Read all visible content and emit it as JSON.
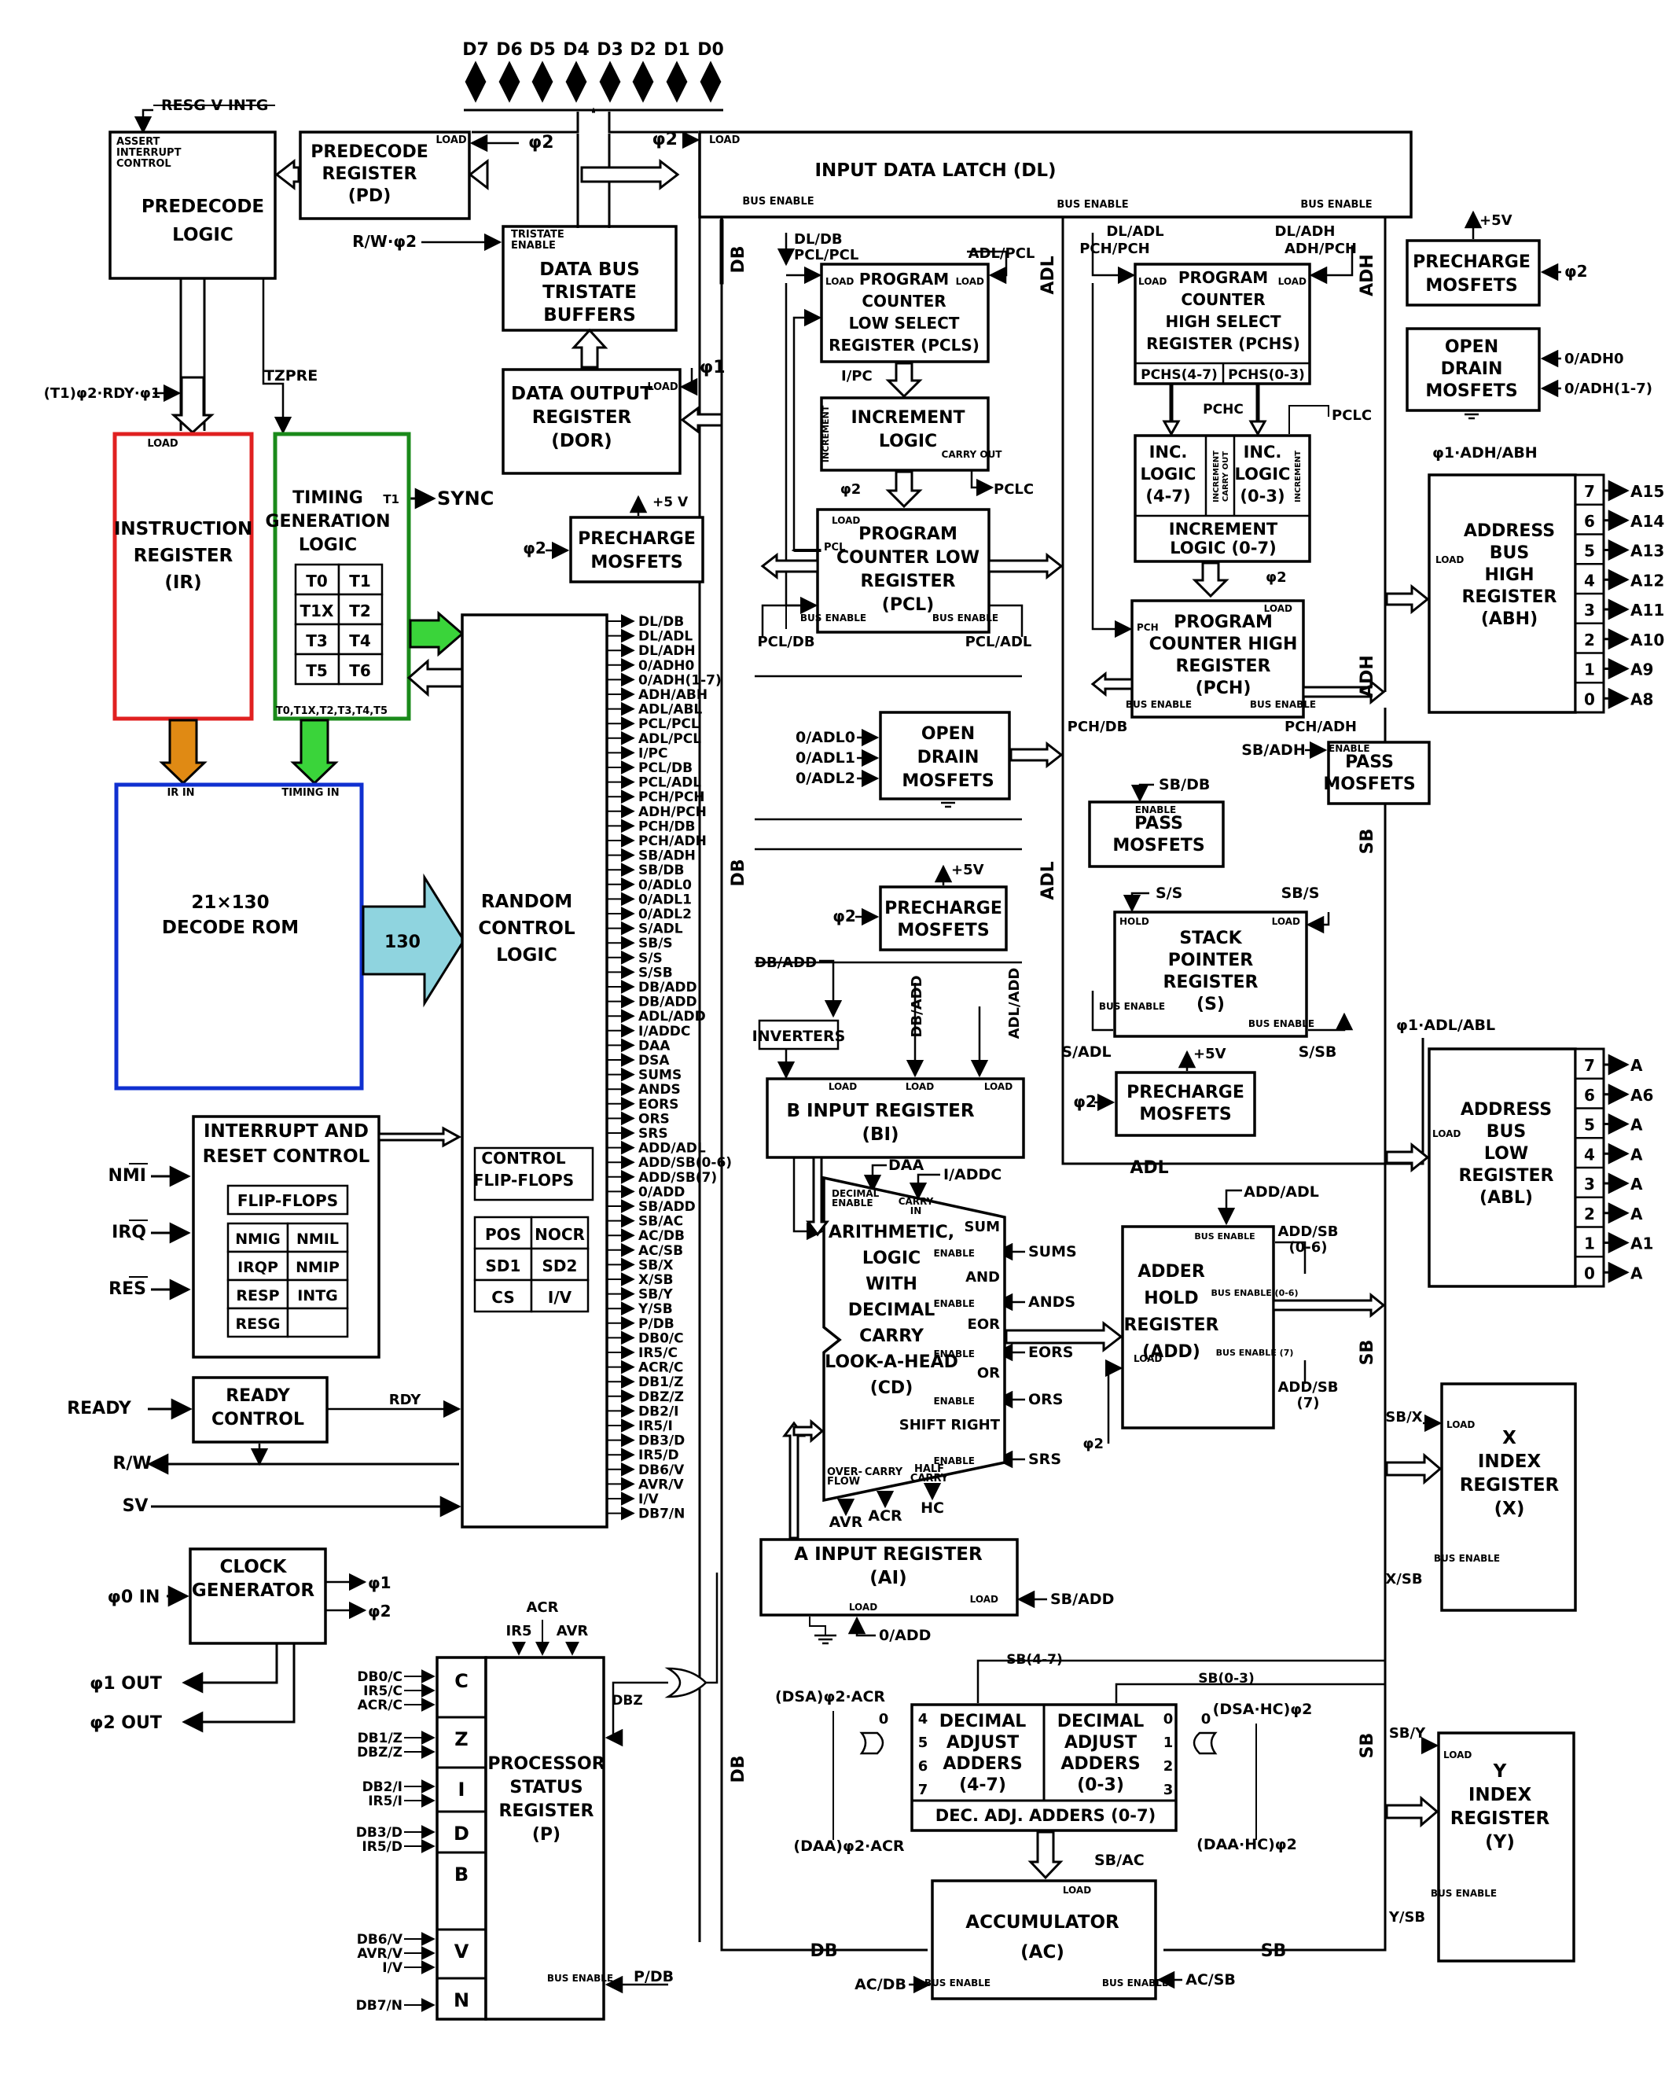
{
  "colors": {
    "instruction_register": "#e02020",
    "timing_logic": "#1a8a1a",
    "decode_rom": "#1030d0",
    "orange_arrow": "#e08a14",
    "green_arrow": "#3ad43a",
    "cyan_arrow": "#8fd4df"
  },
  "data_pins": [
    "D7",
    "D6",
    "D5",
    "D4",
    "D3",
    "D2",
    "D1",
    "D0"
  ],
  "top": {
    "resg_intg": "RESG V INTG",
    "assert": "ASSERT",
    "interrupt": "INTERRUPT",
    "control": "CONTROL",
    "predecode_logic": [
      "PREDECODE",
      "LOGIC"
    ],
    "predecode_register": [
      "PREDECODE",
      "REGISTER",
      "(PD)"
    ],
    "load": "LOAD",
    "phi2": "φ2",
    "phi1": "φ1",
    "rw_phi2": "R/W·φ2",
    "tristate": "TRISTATE",
    "enable": "ENABLE",
    "data_bus_tristate": [
      "DATA BUS",
      "TRISTATE",
      "BUFFERS"
    ],
    "data_output_register": [
      "DATA OUTPUT",
      "REGISTER",
      "(DOR)"
    ],
    "input_data_latch": "INPUT DATA LATCH (DL)",
    "bus_enable": "BUS ENABLE",
    "tzpre": "TZPRE",
    "t1_rdy": "(T1)φ2·RDY·φ1"
  },
  "left": {
    "instruction_register": [
      "INSTRUCTION",
      "REGISTER",
      "(IR)"
    ],
    "timing_logic": [
      "TIMING",
      "GENERATION",
      "LOGIC"
    ],
    "t1": "T1",
    "sync": "SYNC",
    "timing_cells": [
      "T0",
      "T1",
      "T1X",
      "T2",
      "T3",
      "T4",
      "T5",
      "T6"
    ],
    "timing_out": "T0,T1X,T2,T3,T4,T5",
    "ir_in": "IR IN",
    "timing_in": "TIMING IN",
    "decode_rom": [
      "21×130",
      "DECODE ROM"
    ],
    "rom_arrow": "130",
    "random_logic": [
      "RANDOM",
      "CONTROL",
      "LOGIC"
    ],
    "control_ff": [
      "CONTROL",
      "FLIP-FLOPS"
    ],
    "control_cells": [
      "POS",
      "NOCR",
      "SD1",
      "SD2",
      "CS",
      "I/V"
    ],
    "interrupt_reset": [
      "INTERRUPT AND",
      "RESET CONTROL"
    ],
    "flip_flops": "FLIP-FLOPS",
    "ff_cells": [
      "NMIG",
      "NMIL",
      "IRQP",
      "NMIP",
      "RESP",
      "INTG",
      "RESG",
      ""
    ],
    "nmi": "NMI",
    "irq": "IRQ",
    "res": "RES",
    "ready": "READY",
    "ready_control": [
      "READY",
      "CONTROL"
    ],
    "rdy": "RDY",
    "rw": "R/W",
    "sv": "SV",
    "clock_gen": [
      "CLOCK",
      "GENERATOR"
    ],
    "phi0_in": "φ0 IN",
    "phi1_out": "φ1 OUT",
    "phi2_out": "φ2 OUT"
  },
  "control_signals": [
    "DL/DB",
    "DL/ADL",
    "DL/ADH",
    "0/ADH0",
    "0/ADH(1-7)",
    "ADH/ABH",
    "ADL/ABL",
    "PCL/PCL",
    "ADL/PCL",
    "I/PC",
    "PCL/DB",
    "PCL/ADL",
    "PCH/PCH",
    "ADH/PCH",
    "PCH/DB",
    "PCH/ADH",
    "SB/ADH",
    "SB/DB",
    "0/ADL0",
    "0/ADL1",
    "0/ADL2",
    "S/ADL",
    "SB/S",
    "S/S",
    "S/SB",
    "DB/ADD",
    "DB/ADD",
    "ADL/ADD",
    "I/ADDC",
    "DAA",
    "DSA",
    "SUMS",
    "ANDS",
    "EORS",
    "ORS",
    "SRS",
    "ADD/ADL",
    "ADD/SB(0-6)",
    "ADD/SB(7)",
    "0/ADD",
    "SB/ADD",
    "SB/AC",
    "AC/DB",
    "AC/SB",
    "SB/X",
    "X/SB",
    "SB/Y",
    "Y/SB",
    "P/DB",
    "DB0/C",
    "IR5/C",
    "ACR/C",
    "DB1/Z",
    "DBZ/Z",
    "DB2/I",
    "IR5/I",
    "DB3/D",
    "IR5/D",
    "DB6/V",
    "AVR/V",
    "I/V",
    "DB7/N"
  ],
  "status": {
    "title": [
      "PROCESSOR",
      "STATUS",
      "REGISTER",
      "(P)"
    ],
    "flags": [
      "C",
      "Z",
      "I",
      "D",
      "B",
      "V",
      "N"
    ],
    "inputs_c": [
      "DB0/C",
      "IR5/C",
      "ACR/C"
    ],
    "inputs_z": [
      "DB1/Z",
      "DBZ/Z"
    ],
    "inputs_i": [
      "DB2/I",
      "IR5/I"
    ],
    "inputs_d": [
      "DB3/D",
      "IR5/D"
    ],
    "inputs_v": [
      "DB6/V",
      "AVR/V",
      "I/V"
    ],
    "inputs_n": [
      "DB7/N"
    ],
    "top_inputs": [
      "IR5",
      "ACR",
      "AVR"
    ],
    "dbz": "DBZ",
    "bus_enable": "BUS ENABLE",
    "p_db": "P/DB"
  },
  "mid": {
    "precharge": [
      "PRECHARGE",
      "MOSFETS"
    ],
    "plus5v": "+5 V",
    "plus5": "+5V",
    "pcls": [
      "PROGRAM",
      "COUNTER",
      "LOW SELECT",
      "REGISTER (PCLS)"
    ],
    "pchs": [
      "PROGRAM",
      "COUNTER",
      "HIGH SELECT",
      "REGISTER (PCHS)"
    ],
    "pchs_parts": [
      "PCHS(4-7)",
      "PCHS(0-3)"
    ],
    "increment_logic": [
      "INCREMENT",
      "LOGIC"
    ],
    "increment": "INCREMENT",
    "carry_out": "CARRY OUT",
    "inc_47": [
      "INC.",
      "LOGIC",
      "(4-7)"
    ],
    "inc_03": [
      "INC.",
      "LOGIC",
      "(0-3)"
    ],
    "inc_07": [
      "INCREMENT",
      "LOGIC (0-7)"
    ],
    "pchc": "PCHC",
    "pclc": "PCLC",
    "pcl": [
      "PROGRAM",
      "COUNTER LOW",
      "REGISTER",
      "(PCL)"
    ],
    "pch": [
      "PROGRAM",
      "COUNTER HIGH",
      "REGISTER",
      "(PCH)"
    ],
    "pcl_small": "PCL",
    "pch_small": "PCH",
    "open_drain": [
      "OPEN",
      "DRAIN",
      "MOSFETS"
    ],
    "od_inputs": [
      "0/ADL0",
      "0/ADL1",
      "0/ADL2"
    ],
    "pass": [
      "PASS",
      "MOSFETS"
    ],
    "stack": [
      "STACK",
      "POINTER",
      "REGISTER",
      "(S)"
    ],
    "hold": "HOLD",
    "inverters": "INVERTERS",
    "b_input": [
      "B INPUT REGISTER",
      "(BI)"
    ],
    "alu": [
      "ARITHMETIC,",
      "LOGIC",
      "WITH",
      "DECIMAL",
      "CARRY",
      "LOOK-A-HEAD",
      "(CD)"
    ],
    "alu_small": [
      "DECIMAL",
      "ENABLE",
      "CARRY",
      "IN"
    ],
    "alu_ops": [
      "SUM",
      "AND",
      "EOR",
      "OR",
      "SHIFT RIGHT"
    ],
    "alu_bottom": [
      "OVER-",
      "FLOW",
      "CARRY",
      "HALF",
      "CARRY"
    ],
    "alu_outs": [
      "AVR",
      "ACR",
      "HC"
    ],
    "adder_hold": [
      "ADDER",
      "HOLD",
      "REGISTER",
      "(ADD)"
    ],
    "add_sb_06": [
      "ADD/SB",
      "(0-6)"
    ],
    "add_sb_7": [
      "ADD/SB",
      "(7)"
    ],
    "bus_enable_06": "BUS ENABLE (0-6)",
    "bus_enable_7": "BUS ENABLE (7)",
    "a_input": [
      "A INPUT REGISTER",
      "(AI)"
    ],
    "sb47": "SB(4-7)",
    "sb03": "SB(0-3)",
    "dsa_acr": "(DSA)φ2·ACR",
    "dsa_hc": "(DSA·HC)φ2",
    "daa_acr": "(DAA)φ2·ACR",
    "daa_hc": "(DAA·HC)φ2",
    "dec_adj_47": [
      "DECIMAL",
      "ADJUST",
      "ADDERS",
      "(4-7)"
    ],
    "dec_adj_03": [
      "DECIMAL",
      "ADJUST",
      "ADDERS",
      "(0-3)"
    ],
    "dec_adj_07": "DEC. ADJ. ADDERS (0-7)",
    "dec_left_nums": [
      "4",
      "5",
      "6",
      "7"
    ],
    "dec_right_nums": [
      "0",
      "1",
      "2",
      "3"
    ],
    "zero": "0",
    "accumulator": [
      "ACCUMULATOR",
      "(AC)"
    ],
    "bus_names": [
      "DB",
      "ADL",
      "ADH",
      "SB"
    ]
  },
  "right": {
    "precharge": [
      "PRECHARGE",
      "MOSFETS"
    ],
    "open_drain": [
      "OPEN",
      "DRAIN",
      "MOSFETS"
    ],
    "od_inputs": [
      "0/ADH0",
      "0/ADH(1-7)"
    ],
    "phi1_adh_abh": "φ1·ADH/ABH",
    "phi1_adl_abl": "φ1·ADL/ABL",
    "abh": [
      "ADDRESS",
      "BUS",
      "HIGH",
      "REGISTER",
      "(ABH)"
    ],
    "abl": [
      "ADDRESS",
      "BUS",
      "LOW",
      "REGISTER",
      "(ABL)"
    ],
    "abh_bits": [
      "7",
      "6",
      "5",
      "4",
      "3",
      "2",
      "1",
      "0"
    ],
    "abh_pins": [
      "A15",
      "A14",
      "A13",
      "A12",
      "A11",
      "A10",
      "A9",
      "A8"
    ],
    "abl_bits": [
      "7",
      "6",
      "5",
      "4",
      "3",
      "2",
      "1",
      "0"
    ],
    "abl_pins": [
      "A",
      "A6",
      "A",
      "A",
      "A",
      "A",
      "A1",
      "A"
    ],
    "x_reg": [
      "X",
      "INDEX",
      "REGISTER",
      "(X)"
    ],
    "y_reg": [
      "Y",
      "INDEX",
      "REGISTER",
      "(Y)"
    ],
    "sb_x": "SB/X",
    "x_sb": "X/SB",
    "sb_y": "SB/Y",
    "y_sb": "Y/SB"
  }
}
